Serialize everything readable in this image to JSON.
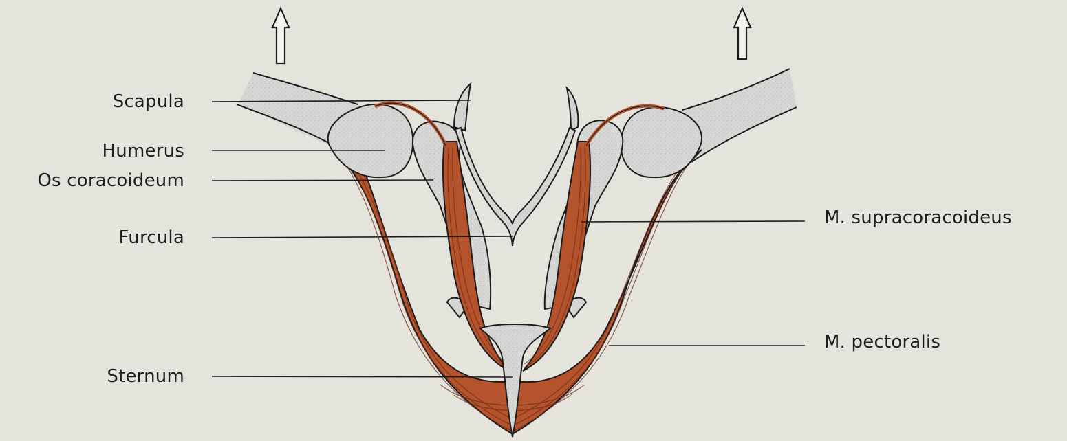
{
  "labels": {
    "scapula": "Scapula",
    "humerus": "Humerus",
    "os_coracoideum": "Os coracoideum",
    "furcula": "Furcula",
    "sternum": "Sternum",
    "m_supracoracoideus": "M. supracoracoideus",
    "m_pectoralis": "M. pectoralis"
  },
  "colors": {
    "background": "#e4e4dd",
    "bone_fill": "#d4d5d3",
    "muscle": "#b5542c",
    "outline": "#1c1c1c"
  },
  "icons": {
    "left_arrow": "up-arrow-icon",
    "right_arrow": "up-arrow-icon"
  }
}
